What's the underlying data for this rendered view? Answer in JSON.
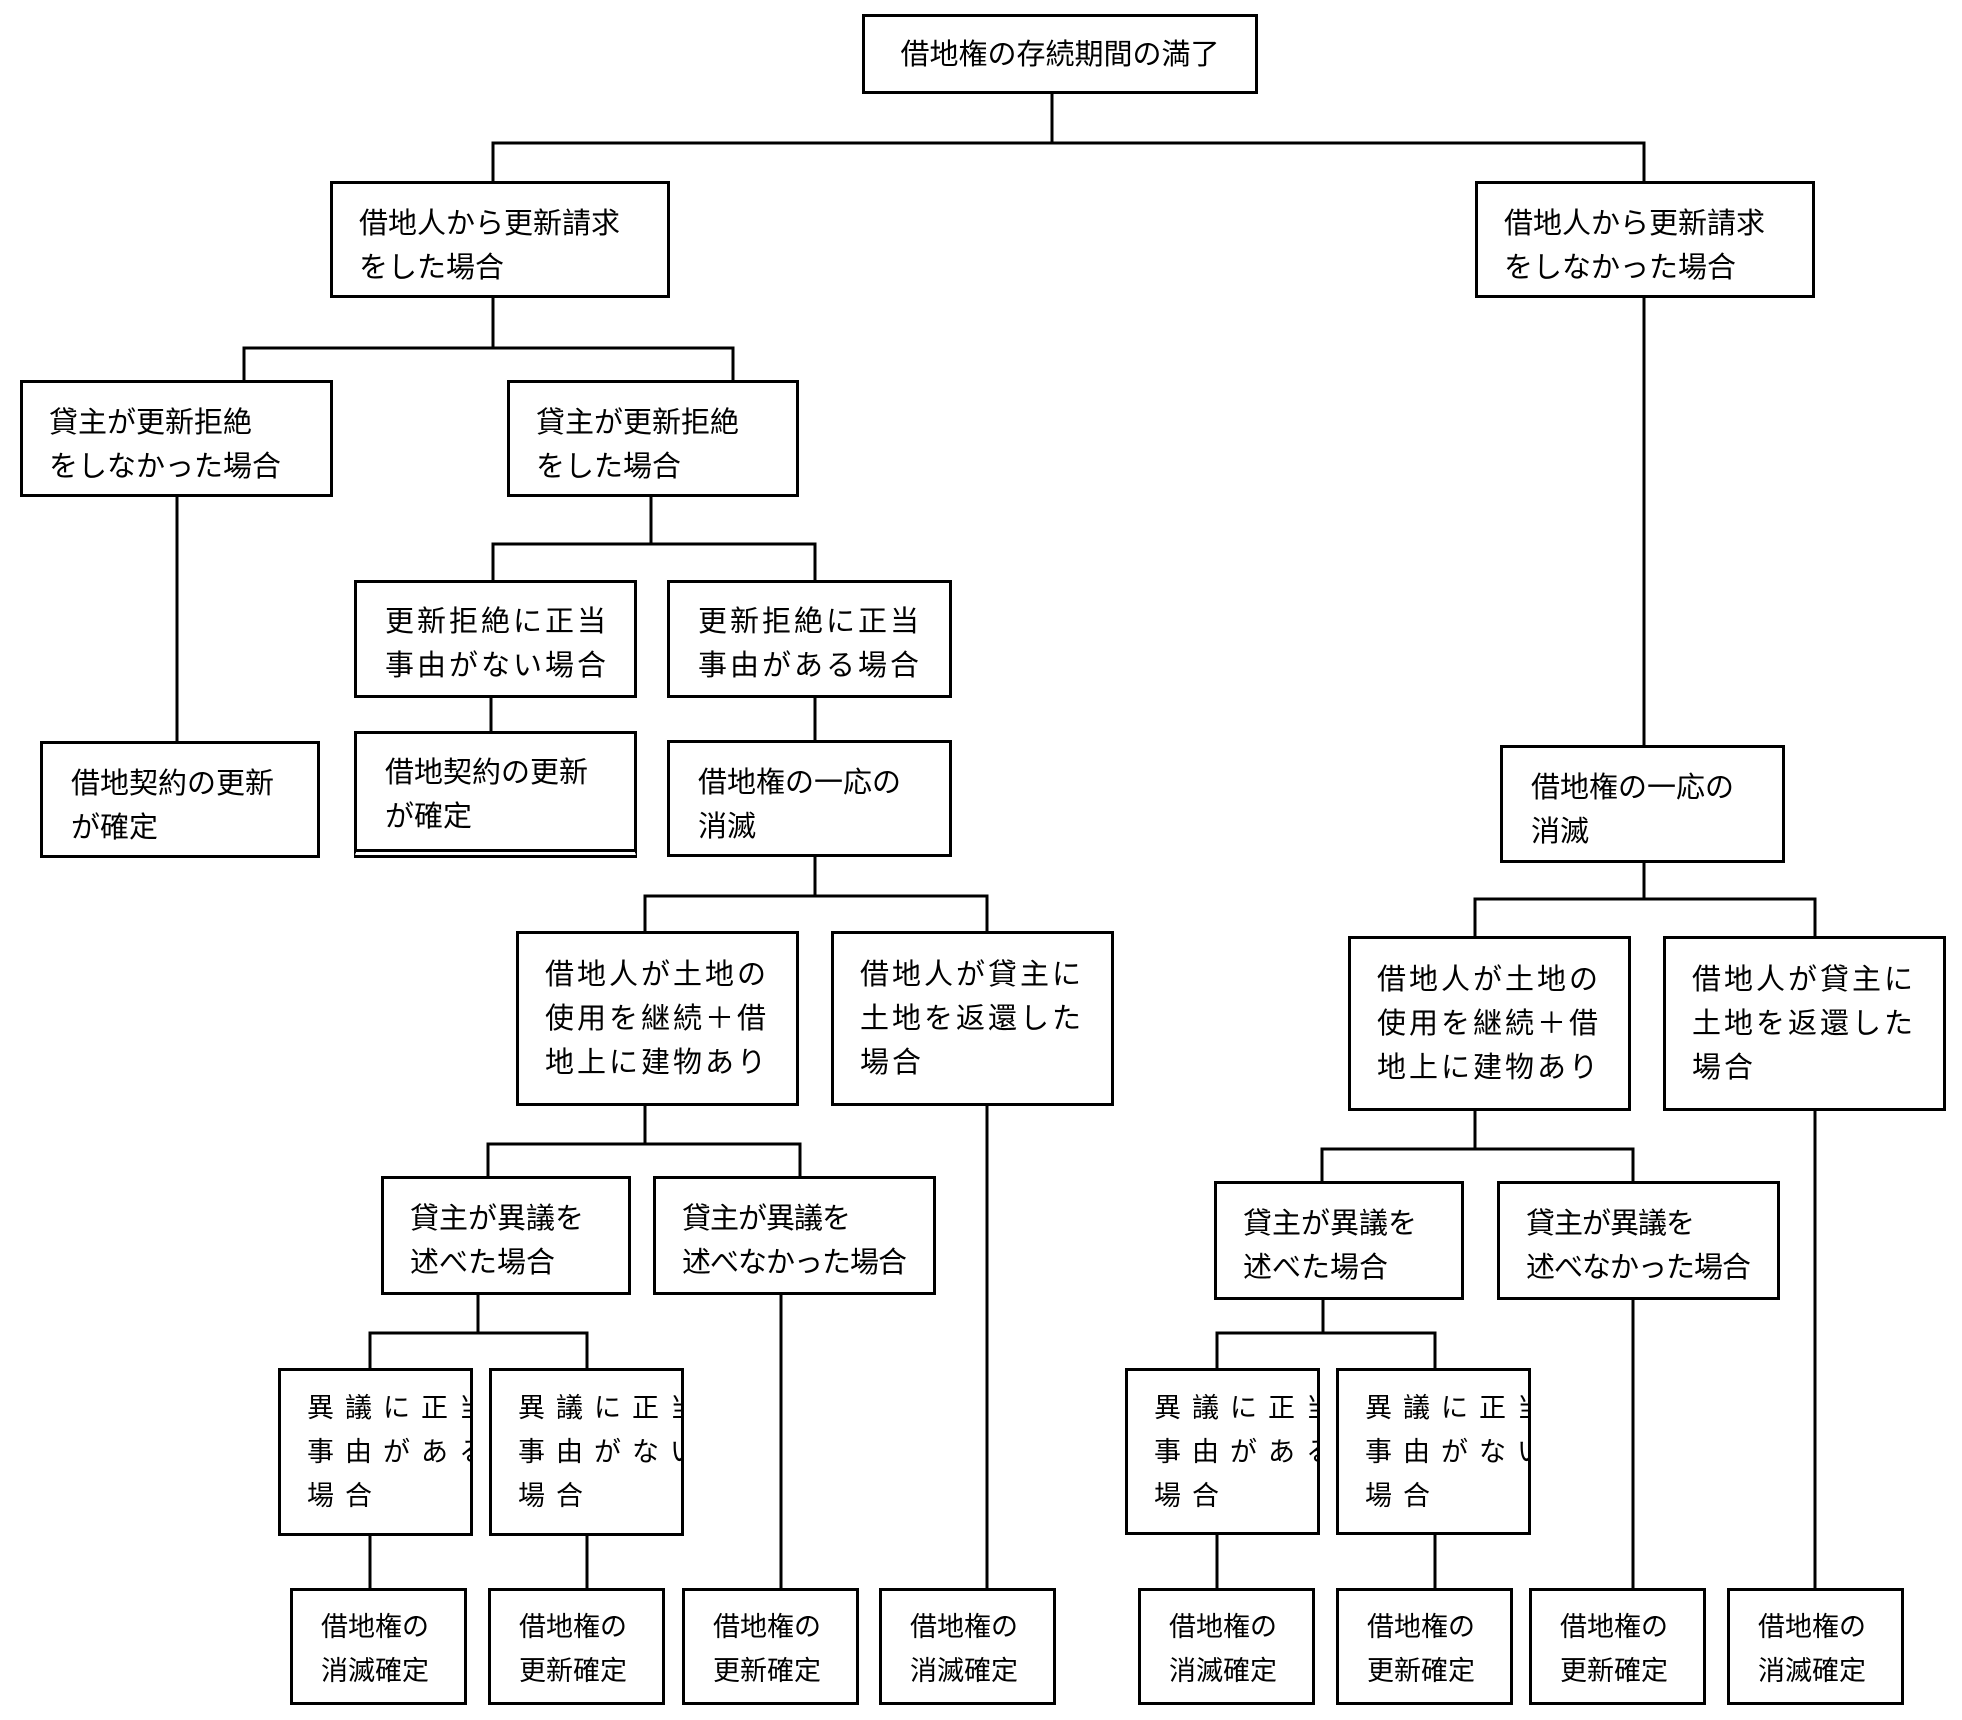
{
  "diagram": {
    "root": {
      "lines": [
        "借地権の存続期間の満了"
      ]
    },
    "left_branch": {
      "request": {
        "lines": [
          "借地人から更新請求",
          "をした場合"
        ]
      },
      "no_refusal": {
        "lines": [
          "貸主が更新拒絶",
          "をしなかった場合"
        ],
        "result": {
          "lines": [
            "借地契約の更新",
            "が確定"
          ]
        }
      },
      "refusal": {
        "lines": [
          "貸主が更新拒絶",
          "をした場合"
        ],
        "no_just_cause": {
          "lines": [
            "更新拒絶に正当",
            "事由がない場合"
          ],
          "result": {
            "lines": [
              "借地契約の更新",
              "が確定"
            ]
          }
        },
        "just_cause": {
          "lines": [
            "更新拒絶に正当",
            "事由がある場合"
          ],
          "extinction": {
            "lines": [
              "借地権の一応の",
              "消滅"
            ]
          },
          "continue_use": {
            "lines": [
              "借地人が土地の",
              "使用を継続＋借",
              "地上に建物あり"
            ]
          },
          "returned": {
            "lines": [
              "借地人が貸主に",
              "土地を返還した",
              "場合"
            ]
          },
          "objected": {
            "lines": [
              "貸主が異議を",
              "述べた場合"
            ]
          },
          "not_objected": {
            "lines": [
              "貸主が異議を",
              "述べなかった場合"
            ]
          },
          "objection_justified": {
            "lines": [
              "異議に正当",
              "事由がある",
              "場合"
            ]
          },
          "objection_unjustified": {
            "lines": [
              "異議に正当",
              "事由がない",
              "場合"
            ]
          },
          "results": [
            {
              "lines": [
                "借地権の",
                "消滅確定"
              ]
            },
            {
              "lines": [
                "借地権の",
                "更新確定"
              ]
            },
            {
              "lines": [
                "借地権の",
                "更新確定"
              ]
            },
            {
              "lines": [
                "借地権の",
                "消滅確定"
              ]
            }
          ]
        }
      }
    },
    "right_branch": {
      "no_request": {
        "lines": [
          "借地人から更新請求",
          "をしなかった場合"
        ]
      },
      "extinction": {
        "lines": [
          "借地権の一応の",
          "消滅"
        ]
      },
      "continue_use": {
        "lines": [
          "借地人が土地の",
          "使用を継続＋借",
          "地上に建物あり"
        ]
      },
      "returned": {
        "lines": [
          "借地人が貸主に",
          "土地を返還した",
          "場合"
        ]
      },
      "objected": {
        "lines": [
          "貸主が異議を",
          "述べた場合"
        ]
      },
      "not_objected": {
        "lines": [
          "貸主が異議を",
          "述べなかった場合"
        ]
      },
      "objection_justified": {
        "lines": [
          "異議に正当",
          "事由がある",
          "場合"
        ]
      },
      "objection_unjustified": {
        "lines": [
          "異議に正当",
          "事由がない",
          "場合"
        ]
      },
      "results": [
        {
          "lines": [
            "借地権の",
            "消滅確定"
          ]
        },
        {
          "lines": [
            "借地権の",
            "更新確定"
          ]
        },
        {
          "lines": [
            "借地権の",
            "更新確定"
          ]
        },
        {
          "lines": [
            "借地権の",
            "消滅確定"
          ]
        }
      ]
    },
    "line_color": "#000000",
    "box_border_color": "#000000"
  }
}
